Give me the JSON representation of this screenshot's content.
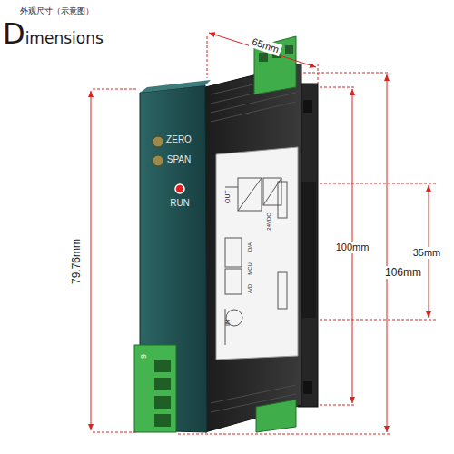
{
  "diagram": {
    "title": "Dimensions",
    "labels": [
      "外观尺寸（示意图）",
      "65mm",
      "79.76mm",
      "100mm",
      "106mm",
      "35mm",
      "ZERO",
      "SPAN",
      "RUN",
      "OUT",
      "IN",
      "D/A",
      "MCU",
      "A/D",
      "24VDC",
      "6"
    ]
  }
}
